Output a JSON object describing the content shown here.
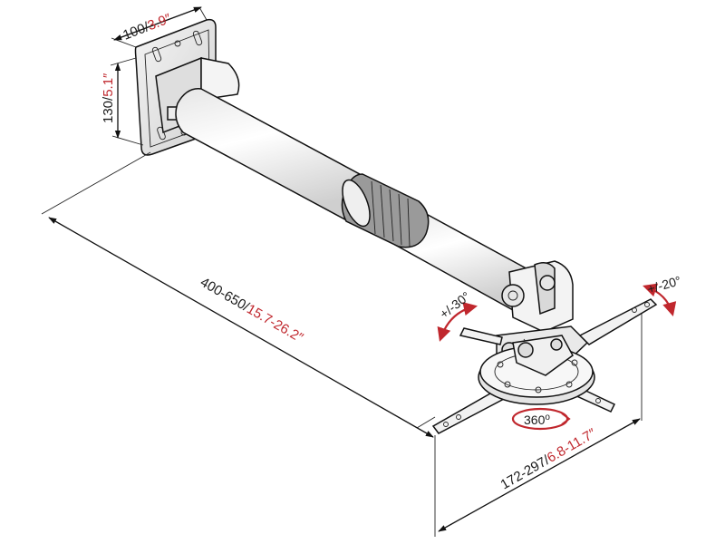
{
  "dimensions": {
    "plate_width": {
      "metric": "100",
      "sep": "/",
      "imperial": "3.9″"
    },
    "plate_height": {
      "metric": "130",
      "sep": "/",
      "imperial": "5.1″"
    },
    "arm_length": {
      "metric": "400-650",
      "sep": "/",
      "imperial": "15.7-26.2″"
    },
    "bracket_span": {
      "metric": "172-297",
      "sep": "/",
      "imperial": "6.8-11.7″"
    }
  },
  "angles": {
    "tilt": "+/-30°",
    "side_tilt": "+/-20°",
    "rotation_value": "360",
    "rotation_degree": "o"
  },
  "colors": {
    "metric_text": "#1a1a1a",
    "imperial_text": "#c0272d",
    "rotation_arrow": "#c0272d",
    "metal_light": "#f2f2f2",
    "metal_shade": "#c9c9c9",
    "metal_dark": "#8a8a8a"
  },
  "icons": [
    "mounting-plate",
    "telescopic-arm",
    "tilt-joint",
    "rotating-disc",
    "spider-bracket"
  ]
}
